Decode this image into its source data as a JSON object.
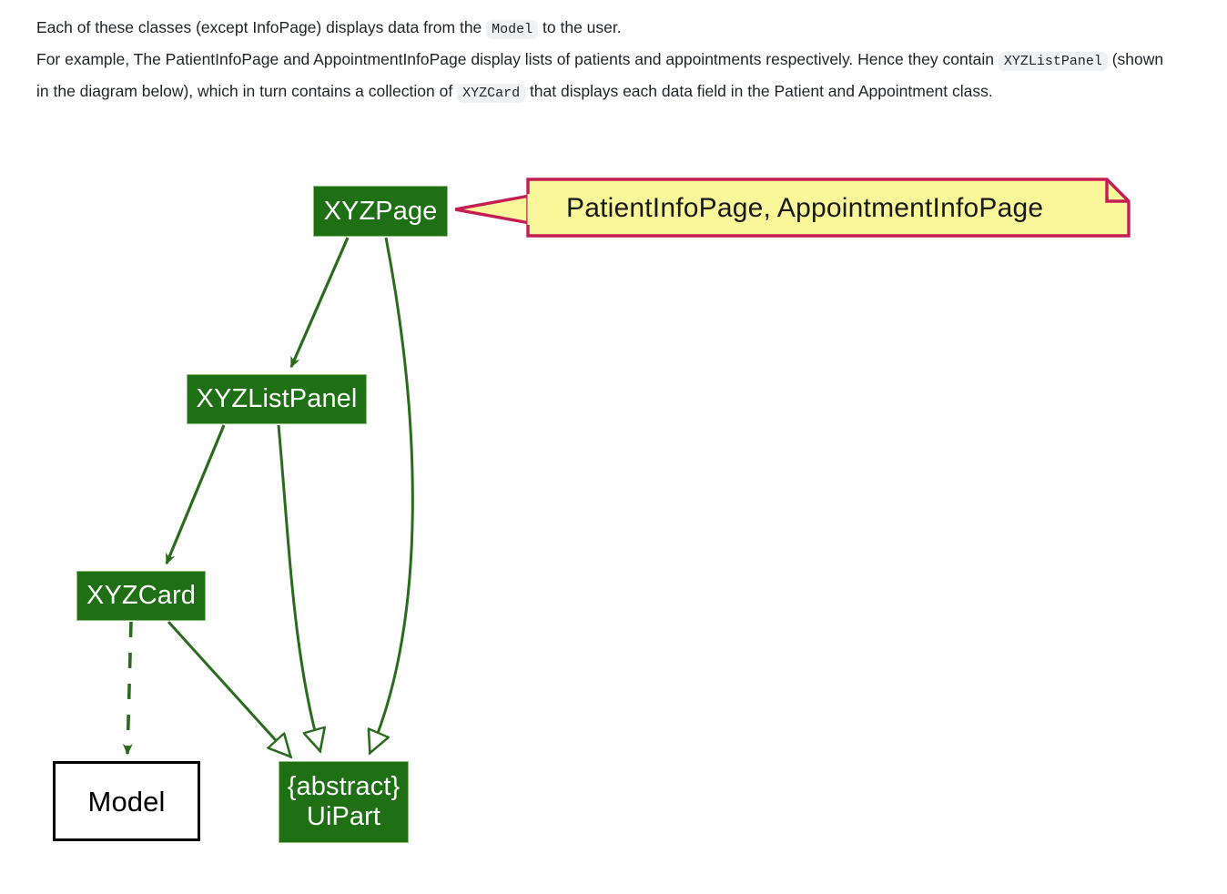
{
  "prose": {
    "line1_part1": "Each of these classes (except InfoPage) displays data from the ",
    "line1_code": "Model",
    "line1_part2": " to the user.",
    "line2_part1": "For example, The PatientInfoPage and AppointmentInfoPage display lists of patients and appointments respectively. Hence they contain ",
    "line2_code1": "XYZListPanel",
    "line2_part2": " (shown in the diagram below), which in turn contains a collection of ",
    "line2_code2": "XYZCard",
    "line2_part3": " that displays each data field in the Patient and Appointment class."
  },
  "diagram": {
    "nodes": {
      "xyzpage": "XYZPage",
      "xyzlistpanel": "XYZListPanel",
      "xyzcard": "XYZCard",
      "model": "Model",
      "uipart": "{abstract}\nUiPart"
    },
    "note": {
      "text": "PatientInfoPage, AppointmentInfoPage"
    },
    "colors": {
      "node_fill": "#1f6f14",
      "node_border": "#8ec07c",
      "node_text": "#ffffff",
      "edge": "#2a6b1e",
      "plain_fill": "#ffffff",
      "plain_border": "#000000",
      "note_fill": "#faf79a",
      "note_border": "#c41e55",
      "note_text": "#1a1a1a",
      "code_bg": "#eff1f3"
    },
    "edges": [
      {
        "from": "XYZPage",
        "to": "XYZListPanel",
        "style": "solid",
        "arrow": "open-filled"
      },
      {
        "from": "XYZListPanel",
        "to": "XYZCard",
        "style": "solid",
        "arrow": "open-filled"
      },
      {
        "from": "XYZCard",
        "to": "Model",
        "style": "dashed",
        "arrow": "open-filled"
      },
      {
        "from": "XYZCard",
        "to": "UiPart",
        "style": "solid",
        "arrow": "hollow-triangle"
      },
      {
        "from": "XYZListPanel",
        "to": "UiPart",
        "style": "curved",
        "arrow": "hollow-triangle"
      },
      {
        "from": "XYZPage",
        "to": "UiPart",
        "style": "curved",
        "arrow": "hollow-triangle"
      }
    ]
  }
}
